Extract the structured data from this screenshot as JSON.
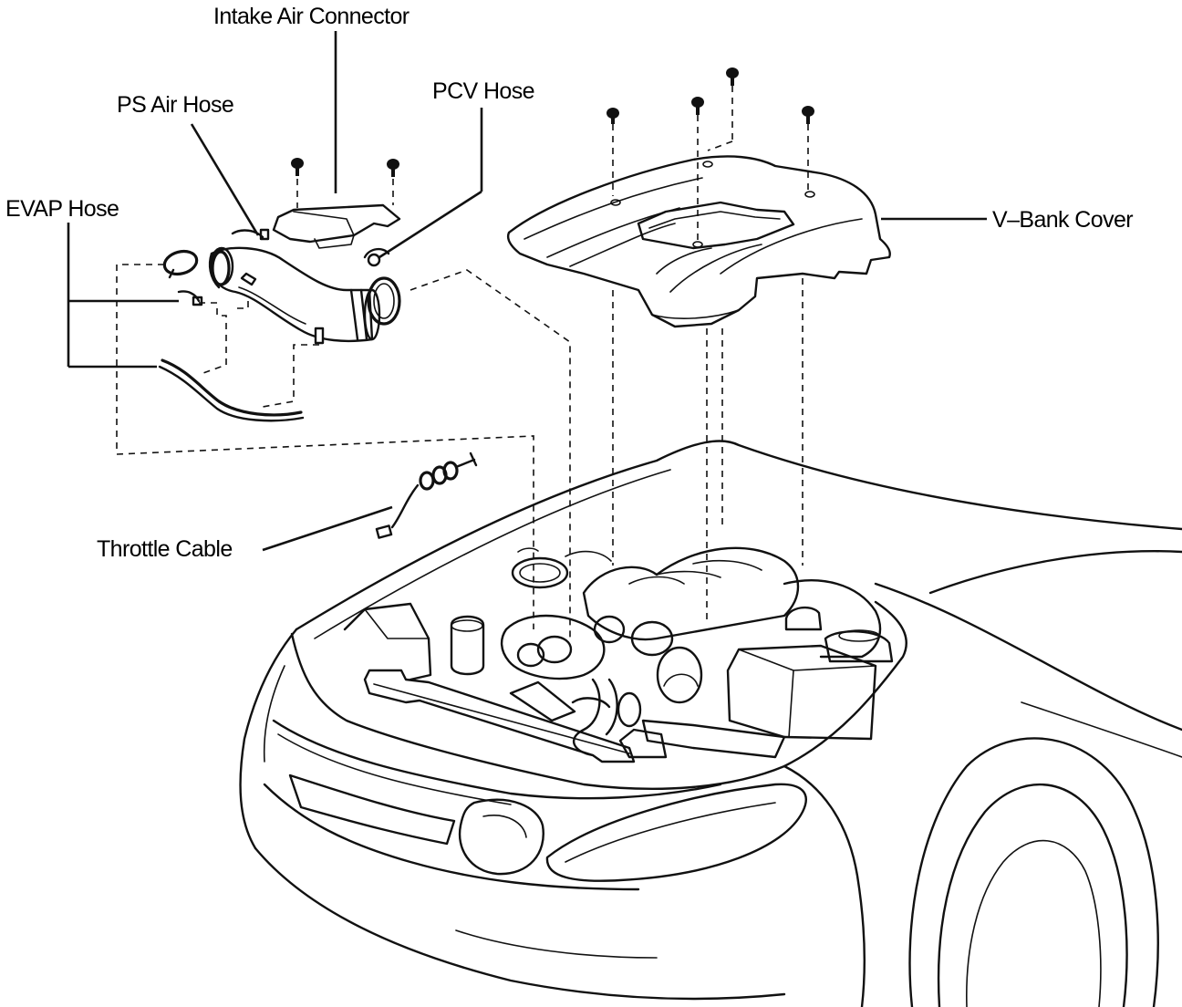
{
  "labels": {
    "intake_air_connector": "Intake Air Connector",
    "ps_air_hose": "PS Air Hose",
    "pcv_hose": "PCV Hose",
    "evap_hose": "EVAP Hose",
    "v_bank_cover": "V–Bank Cover",
    "throttle_cable": "Throttle Cable"
  }
}
